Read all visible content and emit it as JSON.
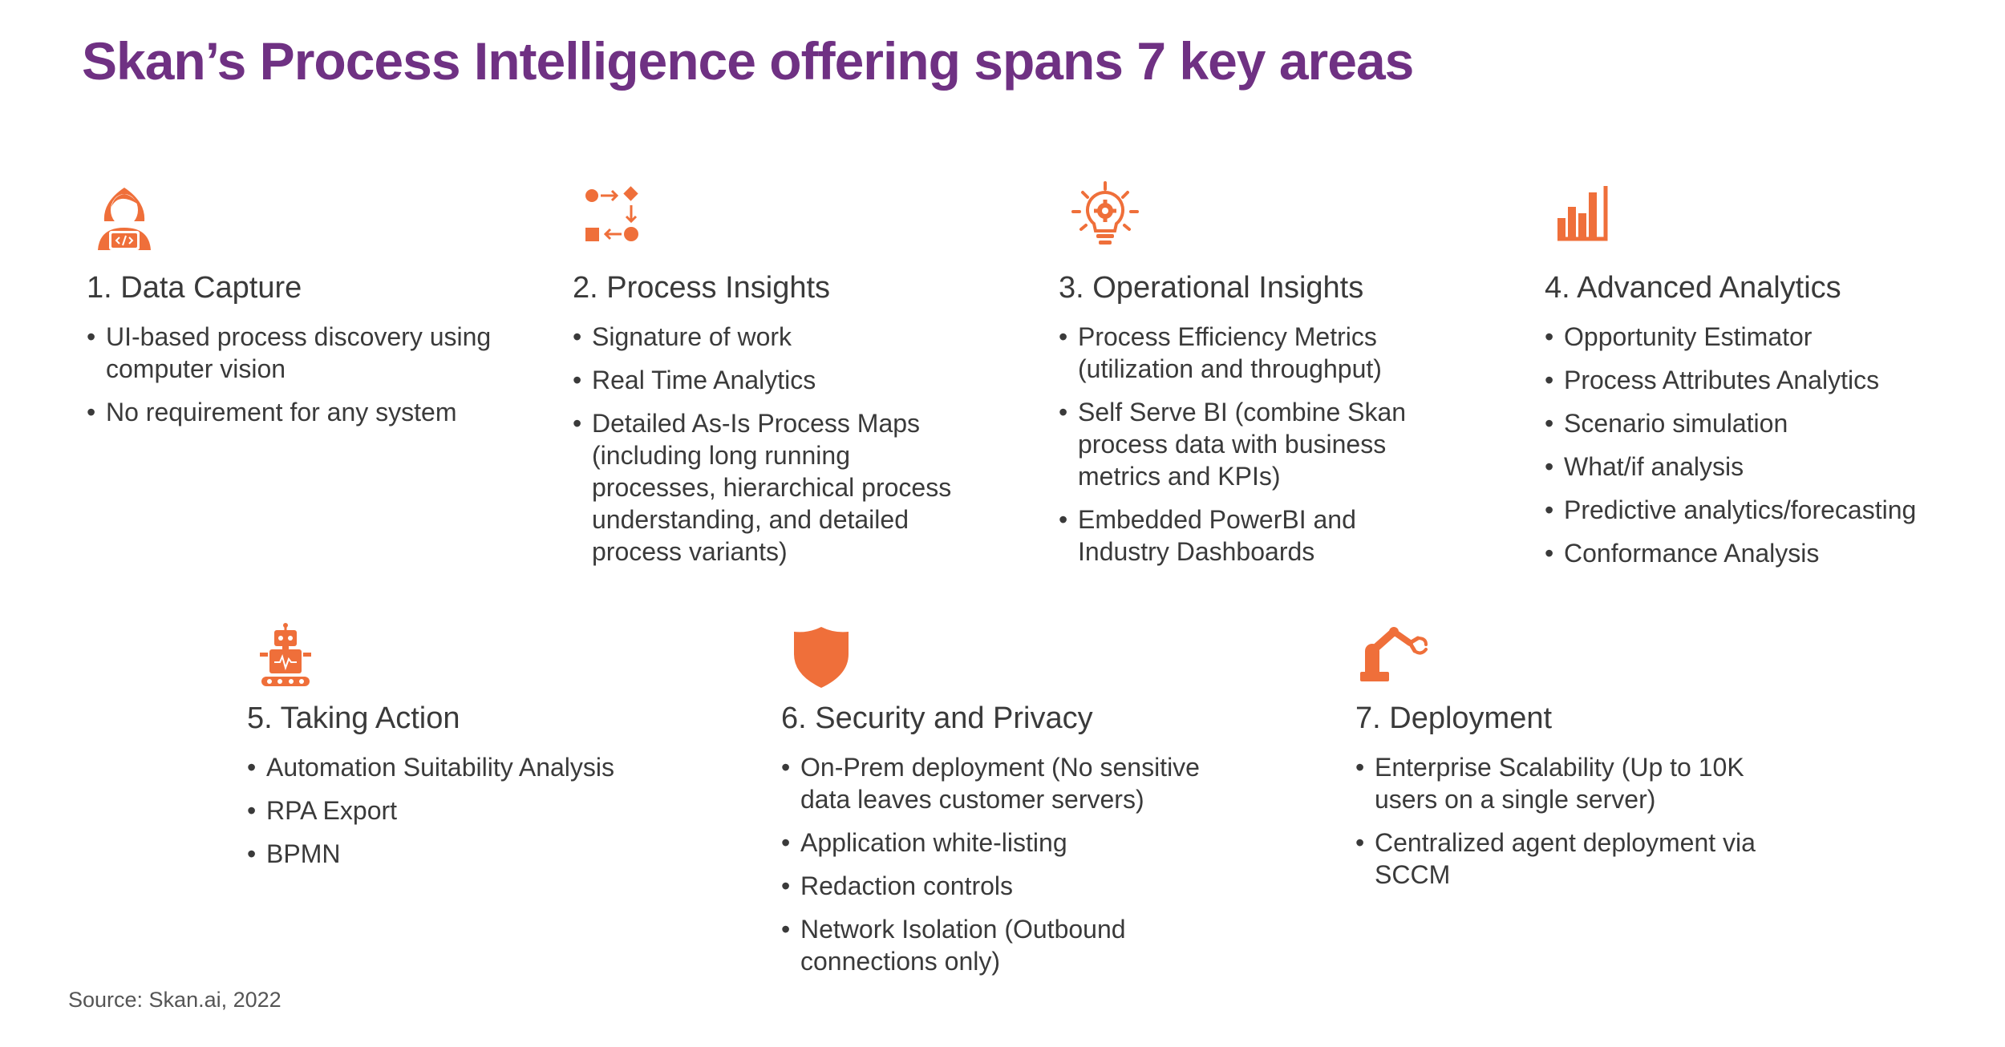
{
  "title": "Skan’s Process Intelligence offering spans 7 key areas",
  "accent_color": "#6f3183",
  "icon_color": "#ef6f3a",
  "areas": [
    {
      "heading": "1. Data Capture",
      "icon": "person-laptop-icon",
      "items": [
        "UI-based process discovery using computer vision",
        "No requirement for any system"
      ]
    },
    {
      "heading": "2. Process Insights",
      "icon": "process-flow-icon",
      "items": [
        "Signature of work",
        "Real Time Analytics",
        "Detailed As-Is Process Maps (including long running processes, hierarchical process understanding, and detailed process variants)"
      ]
    },
    {
      "heading": "3. Operational Insights",
      "icon": "lightbulb-gear-icon",
      "items": [
        "Process Efficiency Metrics (utilization and throughput)",
        "Self Serve BI (combine Skan process data with business metrics and KPIs)",
        "Embedded PowerBI and Industry Dashboards"
      ]
    },
    {
      "heading": "4. Advanced Analytics",
      "icon": "bar-chart-icon",
      "items": [
        "Opportunity Estimator",
        "Process Attributes Analytics",
        "Scenario simulation",
        "What/if analysis",
        "Predictive analytics/forecasting",
        "Conformance Analysis"
      ]
    },
    {
      "heading": "5. Taking Action",
      "icon": "robot-icon",
      "items": [
        "Automation Suitability Analysis",
        "RPA Export",
        "BPMN"
      ]
    },
    {
      "heading": "6. Security and Privacy",
      "icon": "shield-icon",
      "items": [
        "On-Prem deployment (No sensitive data leaves customer servers)",
        "Application white-listing",
        "Redaction controls",
        "Network Isolation (Outbound connections only)"
      ]
    },
    {
      "heading": "7. Deployment",
      "icon": "robotic-arm-icon",
      "items": [
        "Enterprise Scalability (Up to 10K users on a single server)",
        "Centralized agent deployment via SCCM"
      ]
    }
  ],
  "source": "Source: Skan.ai, 2022"
}
